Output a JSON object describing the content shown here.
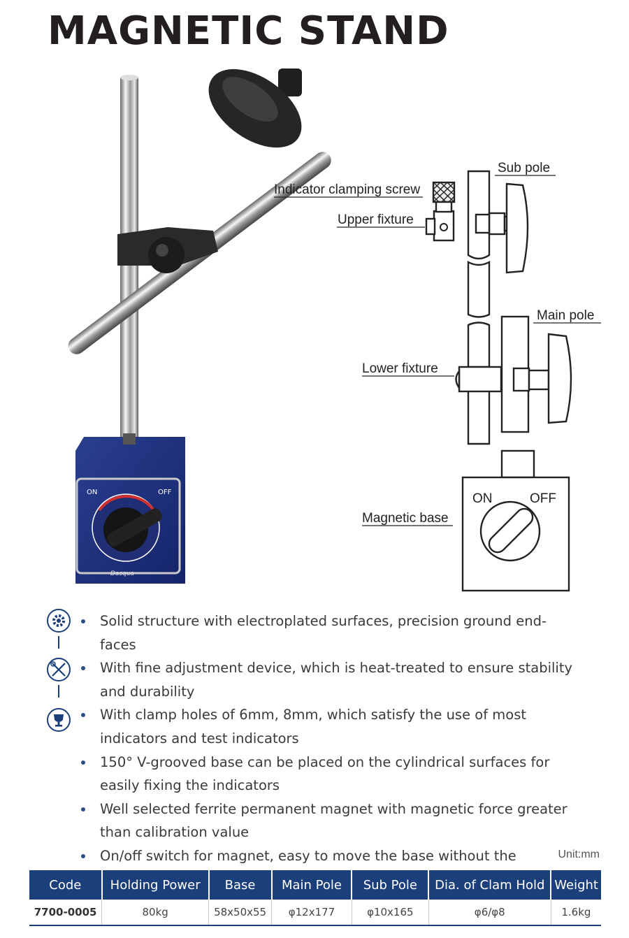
{
  "title": "MAGNETIC STAND",
  "diagram": {
    "labels": {
      "sub_pole": "Sub  pole",
      "indicator_clamping_screw": "Indicator clamping screw",
      "upper_fixture": "Upper fixture",
      "main_pole": "Main  pole",
      "lower_fixture": "Lower fixture",
      "magnetic_base": "Magnetic base",
      "on": "ON",
      "off": "OFF"
    }
  },
  "photo": {
    "dial_on": "ON",
    "dial_off": "OFF",
    "brand": "Dasqua"
  },
  "side_icons": [
    "gear-icon",
    "tools-icon",
    "trophy-icon"
  ],
  "features": [
    "Solid structure with electroplated surfaces, precision ground end-faces",
    "With fine adjustment device, which is heat-treated to ensure stability and durability",
    "With clamp holes of 6mm, 8mm, which satisfy the use of most indicators and test indicators",
    "150° V-grooved base can be placed on the cylindrical surfaces for easily fixing the indicators",
    "Well selected ferrite permanent magnet with magnetic force greater than calibration value",
    "On/off switch for magnet, easy to move the base without the influence of magnetic force"
  ],
  "unit": "Unit:mm",
  "table": {
    "headers": [
      "Code",
      "Holding Power",
      "Base",
      "Main Pole",
      "Sub Pole",
      "Dia. of Clam Hold",
      "Weight"
    ],
    "rows": [
      [
        "7700-0005",
        "80kg",
        "58x50x55",
        "φ12x177",
        "φ10x165",
        "φ6/φ8",
        "1.6kg"
      ]
    ]
  },
  "colors": {
    "brand_blue": "#1b3f7a",
    "title": "#231f20"
  }
}
